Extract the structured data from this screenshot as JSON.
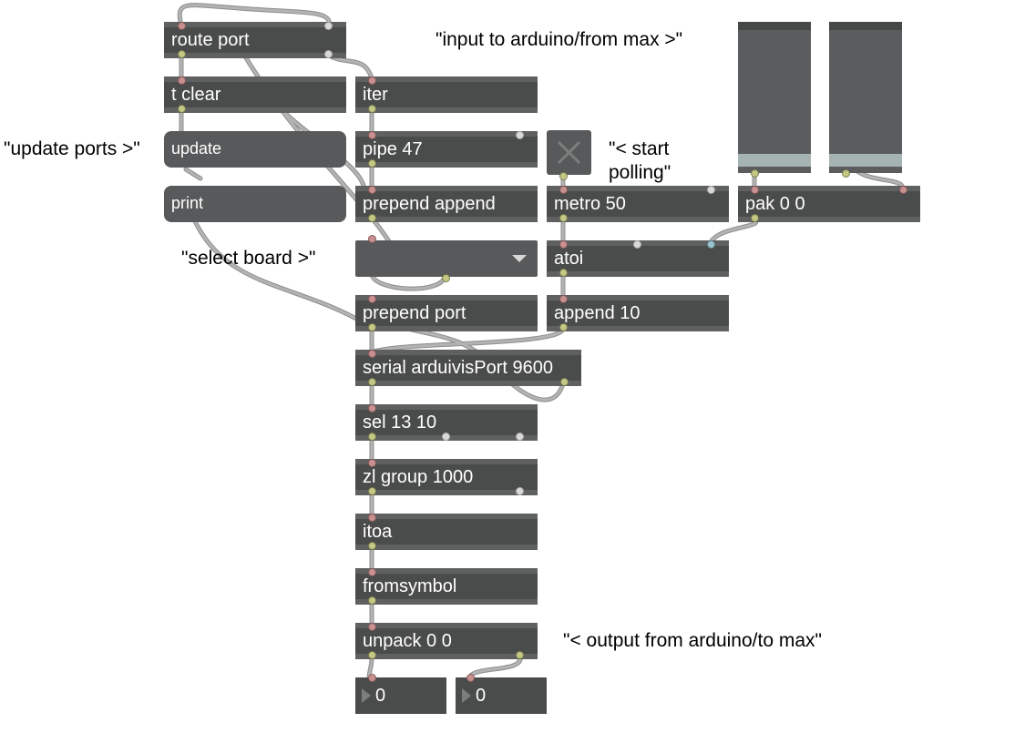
{
  "objects": {
    "route_port": "route port",
    "t_clear": "t clear",
    "iter": "iter",
    "pipe": "pipe 47",
    "prepend_append": "prepend append",
    "metro": "metro 50",
    "pak": "pak 0 0",
    "atoi": "atoi",
    "prepend_port": "prepend port",
    "append": "append 10",
    "serial": "serial arduivisPort 9600",
    "sel": "sel 13 10",
    "zl": "zl group 1000",
    "itoa": "itoa",
    "fromsymbol": "fromsymbol",
    "unpack": "unpack 0 0"
  },
  "messages": {
    "update": "update",
    "print": "print"
  },
  "comments": {
    "input": "\"input to arduino/from max >\"",
    "update_ports": "\"update ports >\"",
    "start_polling_1": "\"< start",
    "start_polling_2": "polling\"",
    "select_board": "\"select board >\"",
    "output": "\"< output from arduino/to max\""
  },
  "number_boxes": {
    "left": "0",
    "right": "0"
  },
  "sliders": {
    "left_level": 0.05,
    "right_level": 0.05
  },
  "icons": {
    "toggle": "x-icon",
    "menu": "chevron-down-icon",
    "number": "triangle-right-icon"
  },
  "colors": {
    "object_fill": "#4a4b4b",
    "object_border": "#5f6060",
    "cord": "#a5a5a5",
    "inlet": "#c89090",
    "outlet": "#c4c884",
    "slider_knob": "#a6b4b1"
  }
}
